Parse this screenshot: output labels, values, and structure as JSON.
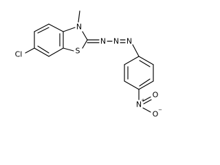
{
  "molecule": {
    "atoms": {
      "methyl_n": "N",
      "chlorine": "Cl",
      "ring_sulfur": "S",
      "azo_n1": "N",
      "azo_n2": "N",
      "azo_n3": "N",
      "nitro_n": "N",
      "nitro_o_top": "O",
      "nitro_o_bottom": "O"
    },
    "charges": {
      "nitro_n": "+",
      "nitro_o_bottom": "−"
    }
  }
}
